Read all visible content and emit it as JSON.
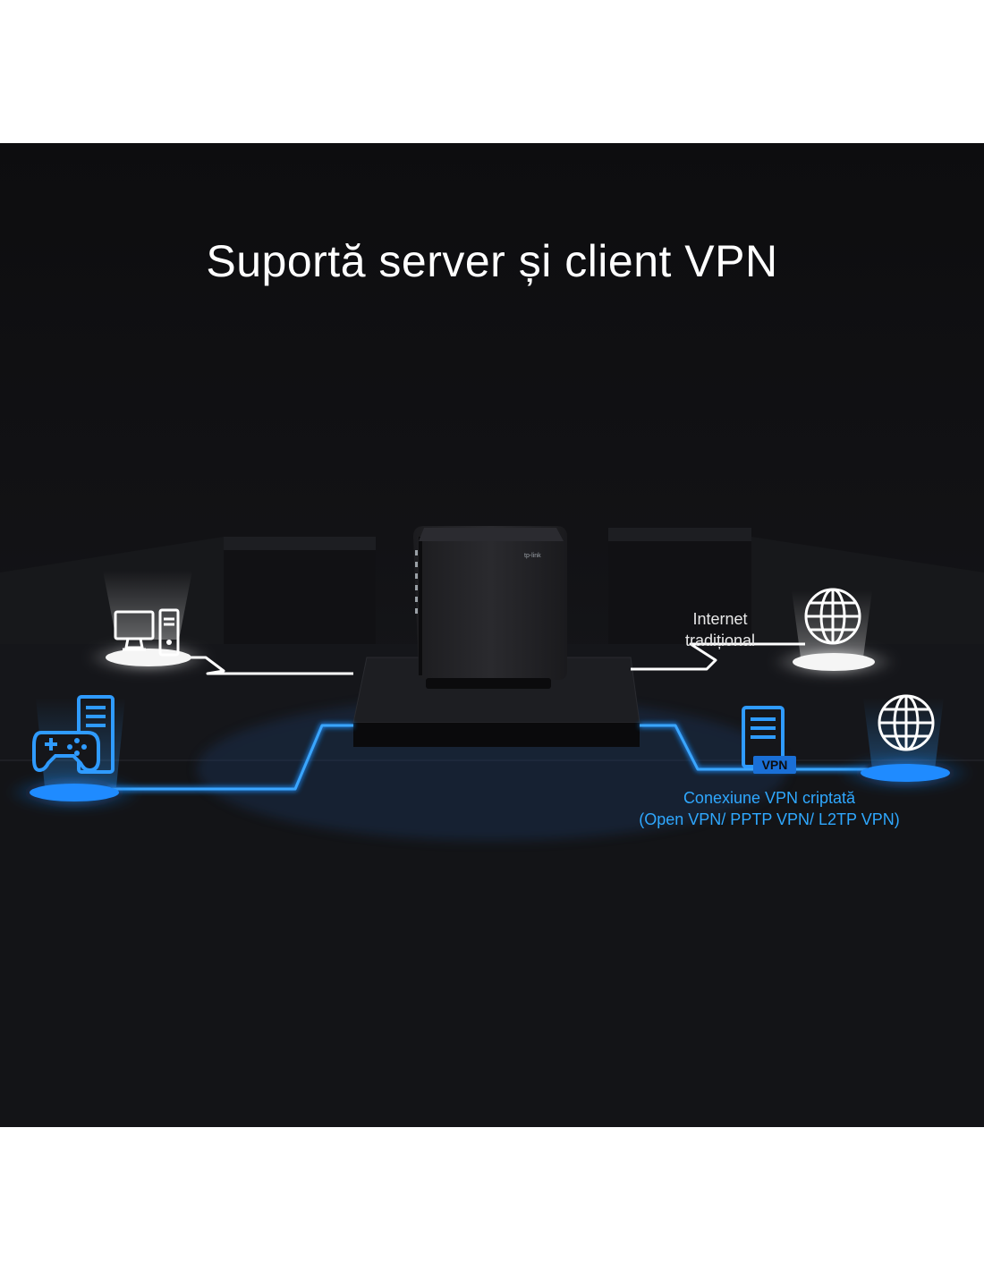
{
  "title": "Suportă server și client VPN",
  "labels": {
    "internet_line1": "Internet",
    "internet_line2": "tradițional",
    "vpn_line1": "Conexiune VPN criptată",
    "vpn_line2": "(Open VPN/ PPTP VPN/ L2TP VPN)",
    "vpn_badge": "VPN",
    "router_logo": "tp-link"
  },
  "icons": {
    "desktop": "desktop-computer-icon",
    "gaming": "gamepad-server-icon",
    "globe_top": "globe-icon",
    "globe_bottom": "globe-icon",
    "vpn_server": "vpn-server-icon"
  },
  "colors": {
    "background": "#121215",
    "white_line": "#ffffff",
    "blue_line": "#1e90ff",
    "blue_text": "#2fa8ff"
  }
}
